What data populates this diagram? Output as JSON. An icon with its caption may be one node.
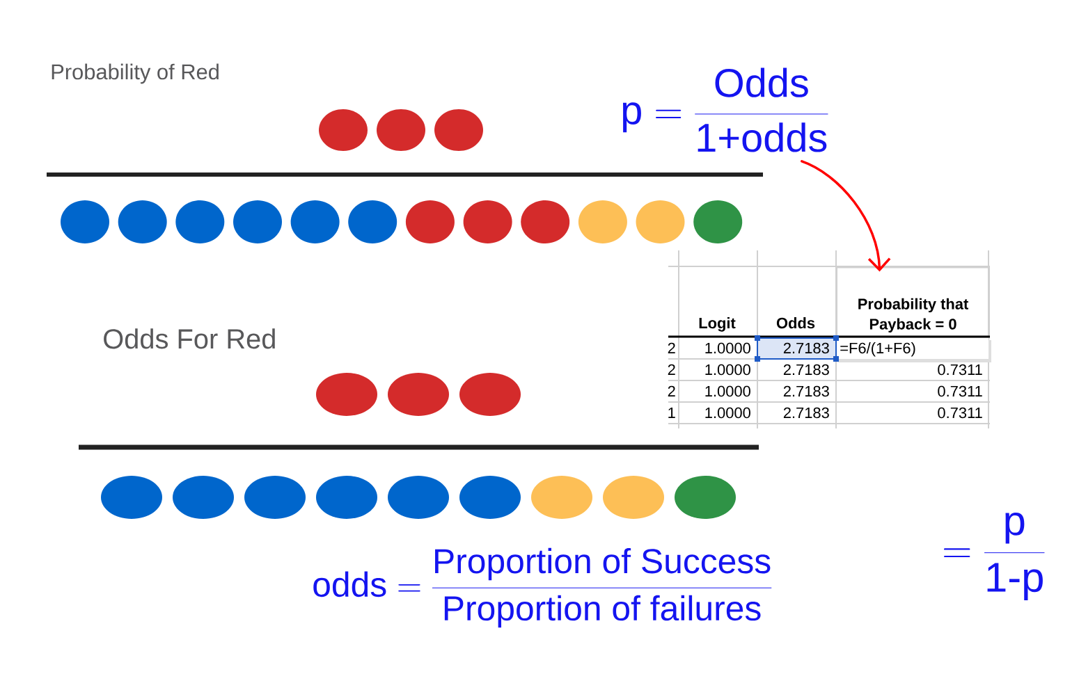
{
  "diagram": {
    "nodes": [
      {
        "text": [
          "\\text{p} = \\frac{\\text{Odds}}{\\text{1+odds}}"
        ]
      },
      {
        "text": [
          "Probability that Payback = 0"
        ]
      }
    ],
    "edges": [
      {
        "from": 0,
        "to": 1,
        "arrow": "to",
        "color": "#ff0000"
      }
    ],
    "labels": [
      "Probability of Red",
      "Odds For Red",
      "Logit",
      "Odds",
      "2",
      "1.0000",
      "2.7183",
      "=F6/(1+F6)",
      "2",
      "1.0000",
      "2.7183",
      "0.7311",
      "2",
      "1.0000",
      "2.7183",
      "0.7311",
      "1",
      "1.0000",
      "2.7183",
      "0.7311",
      "\\text{odds} = \\frac{\\text{Proportion of Success}}{\\text{Proportion of failures}}",
      "= \\frac{\\text{p}}{\\text{1-p}}"
    ]
  }
}
